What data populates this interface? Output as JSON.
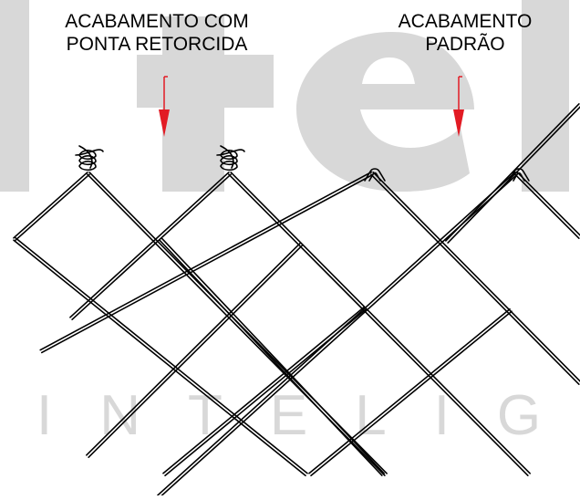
{
  "labels": {
    "twisted_line1": "ACABAMENTO  COM",
    "twisted_line2": "PONTA RETORCIDA",
    "standard_line1": "ACABAMENTO",
    "standard_line2": "PADRÃO"
  },
  "watermark": {
    "logo": "otelo",
    "word": "INTELIGEN"
  },
  "colors": {
    "arrow": "#e21b24",
    "watermark": "#d8d8d8",
    "wire": "#000000",
    "background": "#ffffff"
  }
}
